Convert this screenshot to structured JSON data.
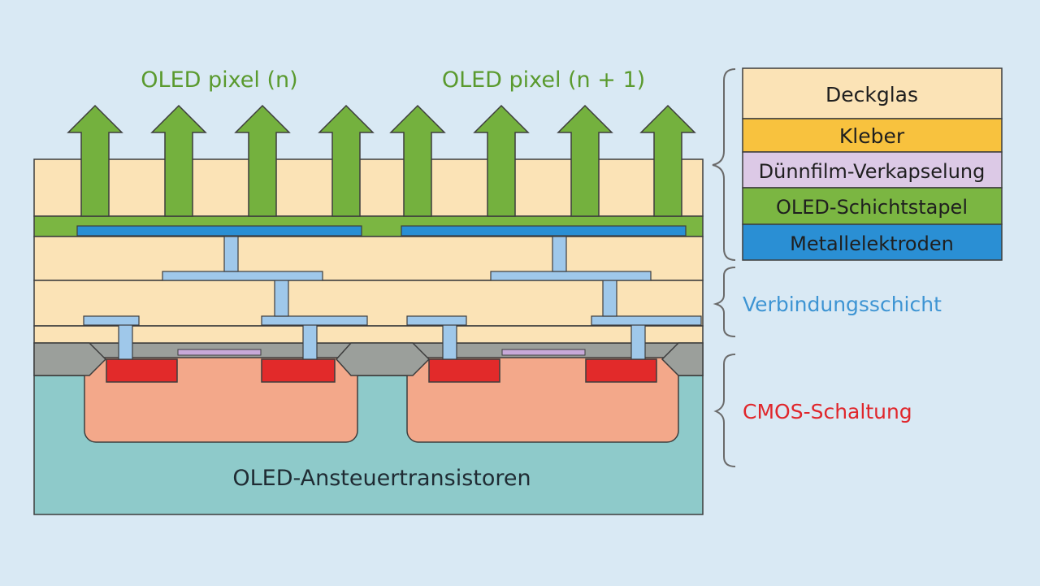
{
  "pixel_labels": {
    "left": "OLED pixel (n)",
    "right": "OLED pixel (n + 1)"
  },
  "substrate_label": "OLED-Ansteuertransistoren",
  "legend": {
    "items": [
      {
        "label": "Deckglas",
        "color": "#fbe3b6"
      },
      {
        "label": "Kleber",
        "color": "#f8c23e"
      },
      {
        "label": "Dünnfilm-Verkapselung",
        "color": "#dcc9e6"
      },
      {
        "label": "OLED-Schichtstapel",
        "color": "#7bb642"
      },
      {
        "label": "Metallelektroden",
        "color": "#2a8fd4"
      }
    ]
  },
  "group_labels": {
    "interconnect": "Verbindungsschicht",
    "cmos": "CMOS-Schaltung"
  },
  "colors": {
    "background": "#d9e9f4",
    "pixel_label": "#5a9a2e",
    "interconnect_label": "#3d94d3",
    "cmos_label": "#e0262b",
    "arrow": "#74b13e",
    "cover": "#fbe3b6",
    "oled": "#7bb642",
    "electrode": "#2a8fd4",
    "via": "#9fc8ea",
    "substrate": "#8ecaca",
    "well": "#f3a88a",
    "contact": "#e22a2a",
    "isolation": "#9b9f9b",
    "gate": "#c7a9d8",
    "stroke": "#3d3d3d"
  }
}
